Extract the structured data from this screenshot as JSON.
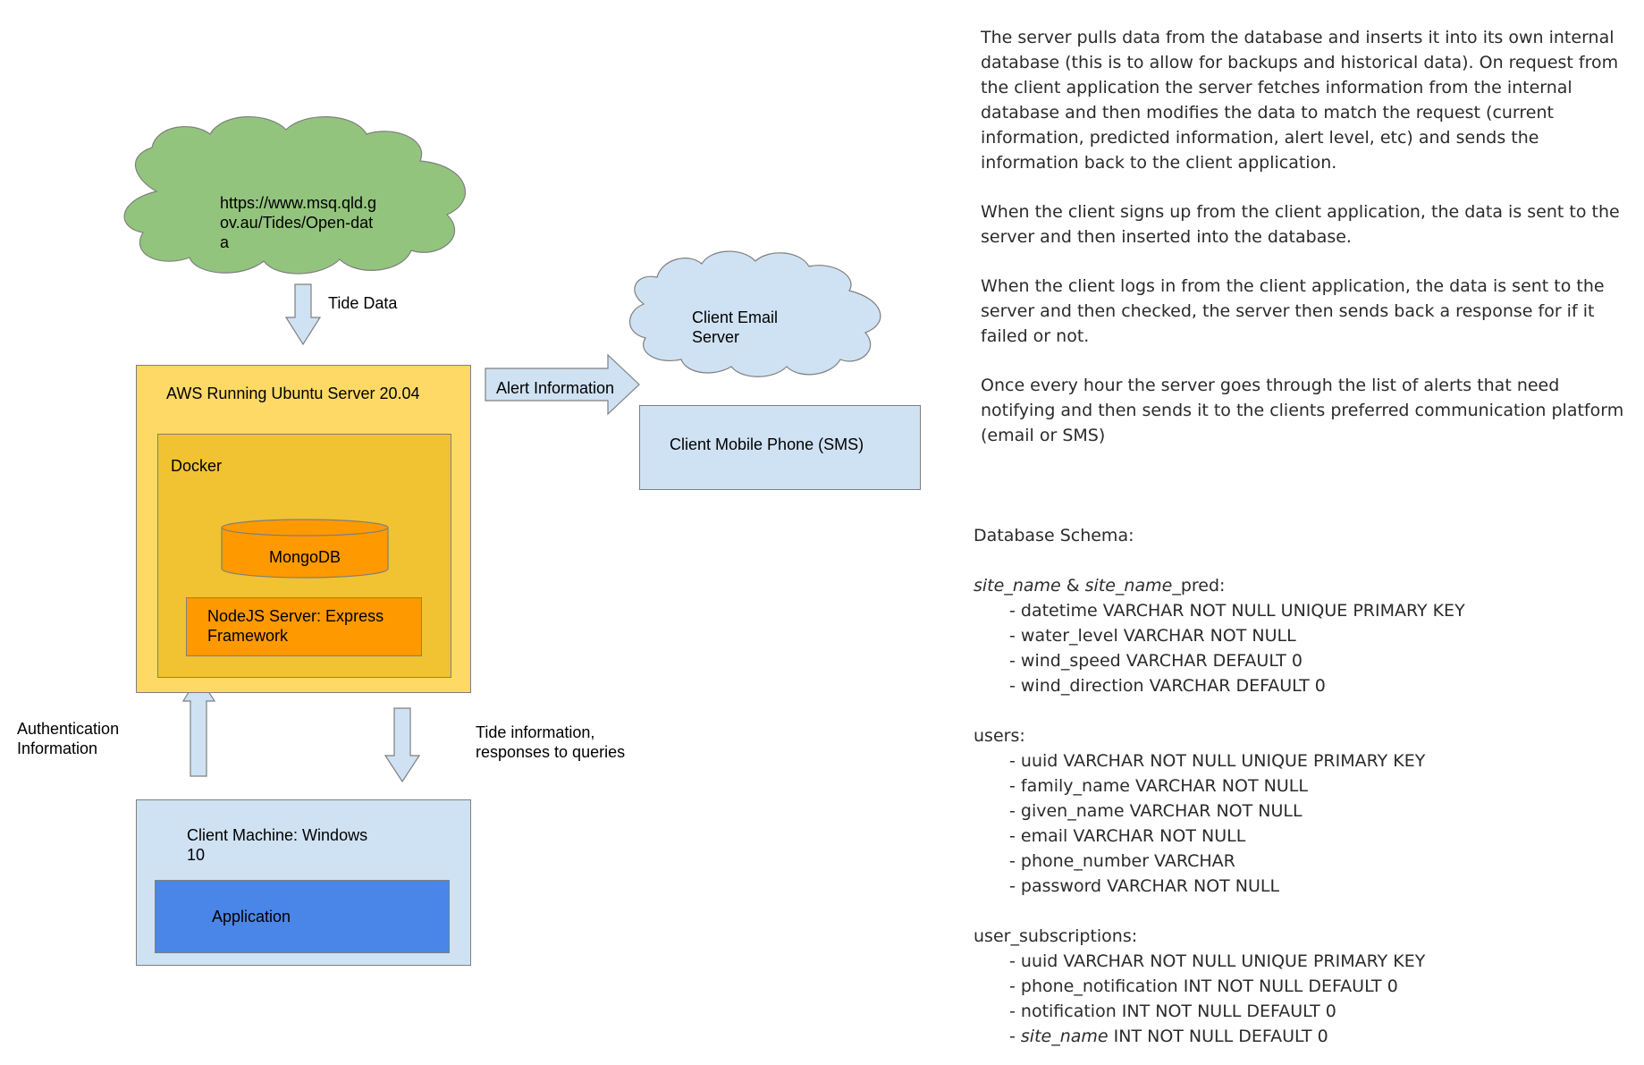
{
  "cloud_source": {
    "text_line1": "https://www.msq.qld.g",
    "text_line2": "ov.au/Tides/Open-dat",
    "text_line3": "a"
  },
  "arrow_tide_data": {
    "label": "Tide Data"
  },
  "aws_server": {
    "label": "AWS Running Ubuntu Server 20.04"
  },
  "docker": {
    "label": "Docker"
  },
  "mongodb": {
    "label": "MongoDB"
  },
  "nodejs": {
    "label_line1": "NodeJS Server: Express",
    "label_line2": "Framework"
  },
  "arrow_auth": {
    "label_line1": "Authentication",
    "label_line2": "Information"
  },
  "arrow_tide_info": {
    "label_line1": "Tide information,",
    "label_line2": "responses to queries"
  },
  "client_machine": {
    "label_line1": "Client Machine: Windows",
    "label_line2": "10"
  },
  "application": {
    "label": "Application"
  },
  "arrow_alert": {
    "label": "Alert Information"
  },
  "email_cloud": {
    "label_line1": "Client Email",
    "label_line2": "Server"
  },
  "mobile_phone": {
    "label": "Client Mobile Phone (SMS)"
  },
  "notes": {
    "p1": "The server pulls data from the database and inserts it into its own internal database (this is to allow for backups and historical data). On request from the client application the server fetches information from the internal database and then modifies the data to match the request (current information, predicted information, alert level, etc) and sends the information back to the client application.",
    "p2": "When the client signs up from the client application, the data is sent to the server and then inserted into the database.",
    "p3": "When the client logs in from the client application, the data is sent to the server and then checked, the server then sends back a response for if it failed or not.",
    "p4": "Once every hour the server goes through the list of alerts that need notifying and then sends it to the clients preferred communication platform (email or SMS)"
  },
  "schema": {
    "title": "Database Schema:",
    "site_table": {
      "name_a": "site_name",
      "amp": " & ",
      "name_b": "site_name",
      "suffix": "_pred:",
      "fields": [
        "datetime VARCHAR NOT NULL UNIQUE PRIMARY KEY",
        "water_level VARCHAR NOT NULL",
        "wind_speed VARCHAR DEFAULT 0",
        "wind_direction VARCHAR DEFAULT 0"
      ]
    },
    "users_table": {
      "name": "users:",
      "fields": [
        "uuid VARCHAR NOT NULL UNIQUE PRIMARY KEY",
        "family_name VARCHAR NOT NULL",
        "given_name VARCHAR NOT NULL",
        "email VARCHAR NOT NULL",
        "phone_number VARCHAR",
        "password VARCHAR NOT NULL"
      ]
    },
    "subs_table": {
      "name": "user_subscriptions:",
      "fields": [
        "uuid VARCHAR NOT NULL UNIQUE PRIMARY KEY",
        "phone_notification INT NOT NULL DEFAULT 0",
        "notification INT NOT NULL DEFAULT 0"
      ],
      "last_field_name": "site_name",
      "last_field_rest": " INT NOT NULL DEFAULT 0"
    }
  },
  "colors": {
    "green_cloud": "#93c47d",
    "blue_light": "#cfe2f3",
    "aws_yellow": "#ffd966",
    "docker_yellow": "#f1c232",
    "orange": "#ff9900",
    "app_blue": "#4a86e8",
    "stroke": "#7f7f7f"
  }
}
